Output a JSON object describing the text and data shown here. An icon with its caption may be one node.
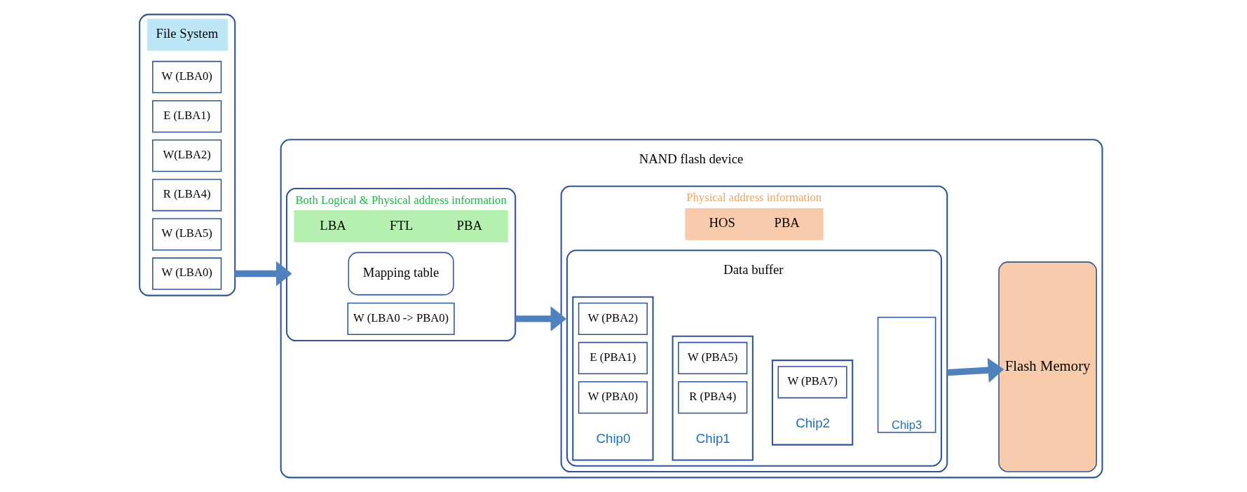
{
  "diagram": {
    "nodes": [
      {
        "text": [
          "File System"
        ]
      },
      {
        "text": [
          "W (LBA0)"
        ],
        "in": 0
      },
      {
        "text": [
          "E (LBA1)"
        ],
        "in": 0
      },
      {
        "text": [
          "W(LBA2)"
        ],
        "in": 0
      },
      {
        "text": [
          "R (LBA4)"
        ],
        "in": 0
      },
      {
        "text": [
          "W (LBA5)"
        ],
        "in": 0
      },
      {
        "text": [
          "W (LBA0)"
        ],
        "in": 0
      },
      {
        "text": [
          "NAND flash device"
        ]
      },
      {
        "text": [
          "LBA",
          "FTL",
          "PBA"
        ],
        "beside": [
          "Both Logical & Physical address information"
        ],
        "in": 7
      },
      {
        "text": [
          "Mapping table"
        ],
        "in": 8
      },
      {
        "text": [
          "W (LBA0 -> PBA0)"
        ],
        "in": 8
      },
      {
        "text": [
          "HOS",
          "PBA"
        ],
        "beside": [
          "Physical address information"
        ],
        "in": 7
      },
      {
        "text": [
          "Data buffer"
        ],
        "in": 11
      },
      {
        "text": [
          "Chip0"
        ],
        "in": 12
      },
      {
        "text": [
          "W (PBA2)"
        ],
        "in": 13
      },
      {
        "text": [
          "E (PBA1)"
        ],
        "in": 13
      },
      {
        "text": [
          "W (PBA0)"
        ],
        "in": 13
      },
      {
        "text": [
          "Chip1"
        ],
        "in": 12
      },
      {
        "text": [
          "W (PBA5)"
        ],
        "in": 17
      },
      {
        "text": [
          "R (PBA4)"
        ],
        "in": 17
      },
      {
        "text": [
          "Chip2"
        ],
        "in": 12
      },
      {
        "text": [
          "W (PBA7)"
        ],
        "in": 20
      },
      {
        "text": [
          "Chip3"
        ],
        "in": 12
      },
      {
        "text": [
          "Flash Memory"
        ],
        "in": 7
      }
    ],
    "edges": [
      {
        "from": 0,
        "to": 8,
        "arrow": "to"
      },
      {
        "from": 8,
        "to": 11,
        "arrow": "to"
      },
      {
        "from": 11,
        "to": 23,
        "arrow": "to"
      }
    ]
  }
}
